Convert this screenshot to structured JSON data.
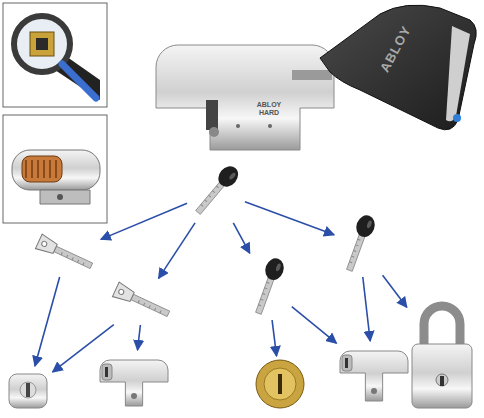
{
  "diagram": {
    "nodes": [
      {
        "text": []
      },
      {
        "text": []
      },
      {
        "text": []
      },
      {
        "text": []
      },
      {
        "text": []
      },
      {
        "text": []
      },
      {
        "text": []
      },
      {
        "text": []
      },
      {
        "text": []
      },
      {
        "text": []
      }
    ],
    "edges": [
      {
        "from": 0,
        "to": 1,
        "arrow": "to"
      },
      {
        "from": 0,
        "to": 2,
        "arrow": "to"
      },
      {
        "from": 0,
        "to": 3,
        "arrow": "to"
      },
      {
        "from": 0,
        "to": 4,
        "arrow": "to"
      },
      {
        "from": 1,
        "to": 5,
        "arrow": "to"
      },
      {
        "from": 2,
        "to": 5,
        "arrow": "to"
      },
      {
        "from": 2,
        "to": 6,
        "arrow": "to"
      },
      {
        "from": 3,
        "to": 7,
        "arrow": "to"
      },
      {
        "from": 3,
        "to": 8,
        "arrow": "to"
      },
      {
        "from": 4,
        "to": 8,
        "arrow": "to"
      },
      {
        "from": 4,
        "to": 9,
        "arrow": "to"
      }
    ],
    "labels": [
      "ABLOY",
      "ABLOY HARD"
    ]
  }
}
